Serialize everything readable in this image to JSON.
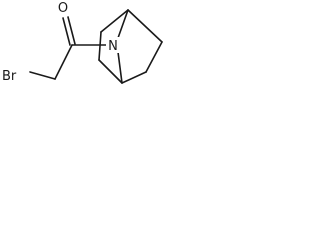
{
  "structure": {
    "atoms": {
      "oxygen": "O",
      "nitrogen": "N",
      "bromine": "Br"
    }
  }
}
